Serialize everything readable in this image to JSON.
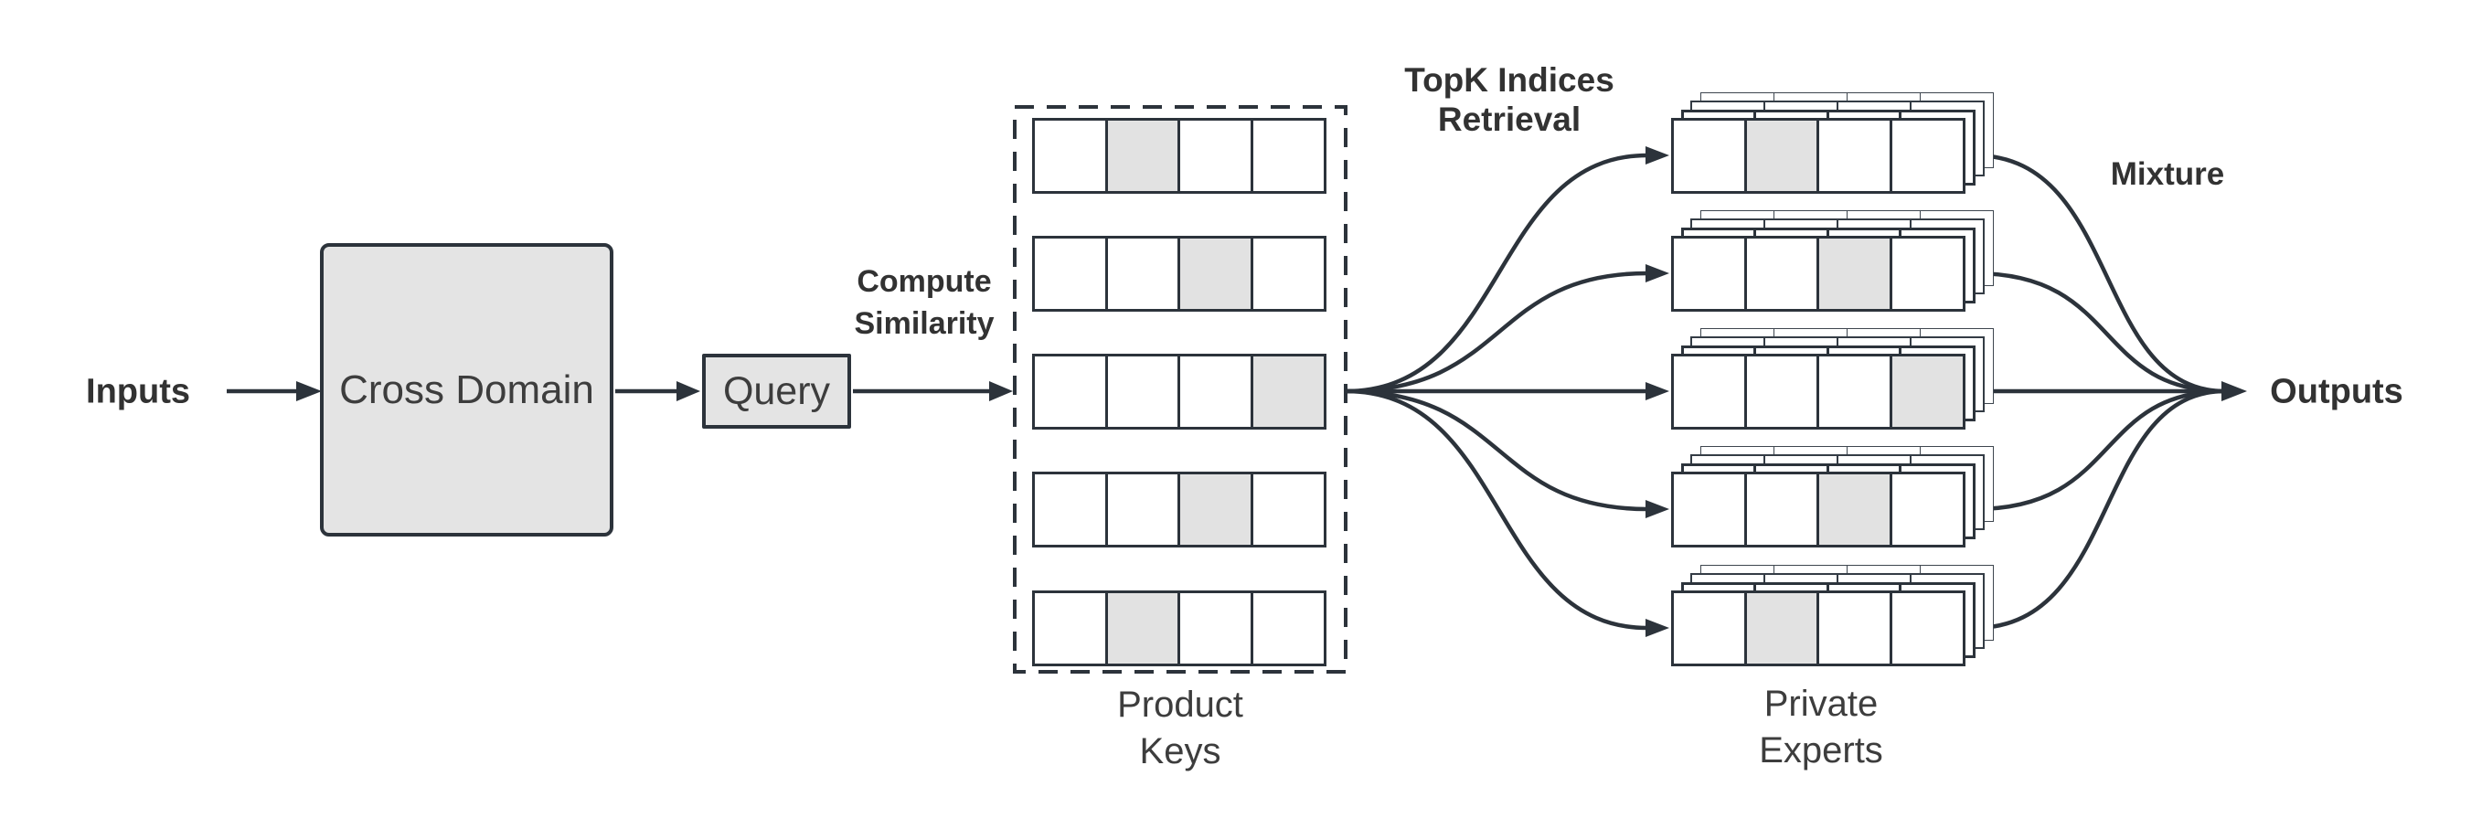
{
  "colors": {
    "stroke": "#2c333b",
    "box_fill": "#e4e4e4",
    "cell_fill": "#ffffff",
    "cell_shaded": "#e2e2e2",
    "text": "#3d3d3d",
    "background": "#ffffff"
  },
  "labels": {
    "inputs": "Inputs",
    "cross_domain": "Cross Domain",
    "query": "Query",
    "compute_similarity": [
      "Compute",
      "Similarity"
    ],
    "topk_retrieval": [
      "TopK Indices",
      "Retrieval"
    ],
    "mixture": "Mixture",
    "outputs": "Outputs"
  },
  "product_keys": {
    "label_lines": [
      "Product",
      "Keys"
    ],
    "cells_per_row": 4,
    "rows": [
      {
        "shaded_index": 1
      },
      {
        "shaded_index": 2
      },
      {
        "shaded_index": 3
      },
      {
        "shaded_index": 2
      },
      {
        "shaded_index": 1
      }
    ]
  },
  "private_experts": {
    "label_lines": [
      "Private",
      "Experts"
    ],
    "cells_per_row": 4,
    "stack_layers": 4,
    "experts": [
      {
        "shaded_index": 1
      },
      {
        "shaded_index": 2
      },
      {
        "shaded_index": 3
      },
      {
        "shaded_index": 2
      },
      {
        "shaded_index": 1
      }
    ]
  }
}
